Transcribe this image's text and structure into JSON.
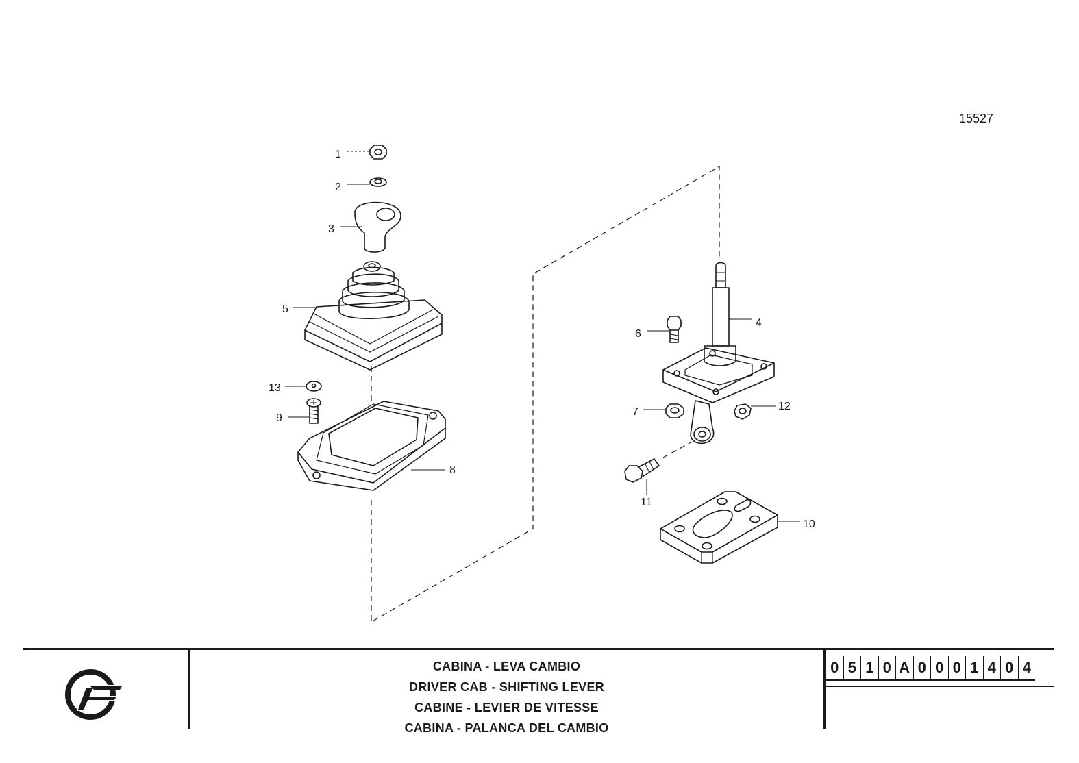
{
  "drawing": {
    "sheet_number": "15527",
    "callouts": [
      "1",
      "2",
      "3",
      "5",
      "13",
      "9",
      "8",
      "6",
      "4",
      "7",
      "12",
      "11",
      "10"
    ]
  },
  "title_block": {
    "titles": [
      "CABINA - LEVA CAMBIO",
      "DRIVER CAB - SHIFTING LEVER",
      "CABINE - LEVIER DE VITESSE",
      "CABINA - PALANCA DEL CAMBIO"
    ],
    "code": [
      "0",
      "5",
      "1",
      "0",
      "A",
      "0",
      "0",
      "0",
      "1",
      "4",
      "0",
      "4"
    ]
  },
  "colors": {
    "ink": "#1a1a1a",
    "paper": "#ffffff"
  },
  "icons": {
    "logo": "brand-logo-icon"
  }
}
